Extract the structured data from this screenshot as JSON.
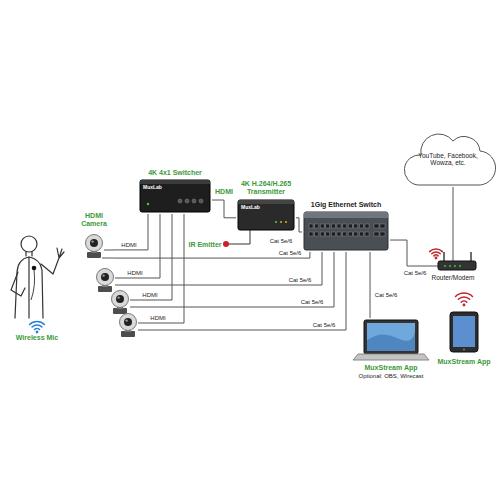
{
  "diagram": {
    "nodes": [
      {
        "text": [
          "Wireless Mic"
        ]
      },
      {
        "text": [
          "HDMI Camera"
        ]
      },
      {
        "text": [
          "4K 4x1 Switcher",
          "MuxLab"
        ]
      },
      {
        "text": [
          "4K H.264/H.265 Transmitter",
          "MuxLab"
        ]
      },
      {
        "text": [
          "1Gig Ethernet Switch"
        ]
      },
      {
        "text": [
          "YouTube, Facebook, Wowza, etc."
        ]
      },
      {
        "text": [
          "Router/Modem"
        ]
      },
      {
        "text": [
          "MuxStream App",
          "Optional: OBS, Wirecast"
        ]
      },
      {
        "text": [
          "MuxStream App"
        ]
      }
    ],
    "edges": [
      {
        "from": 1,
        "to": 2,
        "label": "HDMI",
        "arrow": "none"
      },
      {
        "from": 2,
        "to": 3,
        "label": "HDMI",
        "arrow": "none"
      },
      {
        "from": 3,
        "to": 4,
        "label": "Cat 5e/6",
        "arrow": "none"
      },
      {
        "from": 1,
        "to": 4,
        "label": "Cat 5e/6",
        "arrow": "none"
      },
      {
        "from": 4,
        "to": 6,
        "label": "Cat 5e/6",
        "arrow": "none"
      },
      {
        "from": 6,
        "to": 5,
        "arrow": "none"
      },
      {
        "from": 4,
        "to": 7,
        "label": "Cat 5e/6",
        "arrow": "none"
      }
    ],
    "labels": [
      "HDMI",
      "HDMI",
      "HDMI",
      "Cat 5e/6",
      "Cat 5e/6",
      "Cat 5e/6",
      "IR Emitter"
    ]
  }
}
